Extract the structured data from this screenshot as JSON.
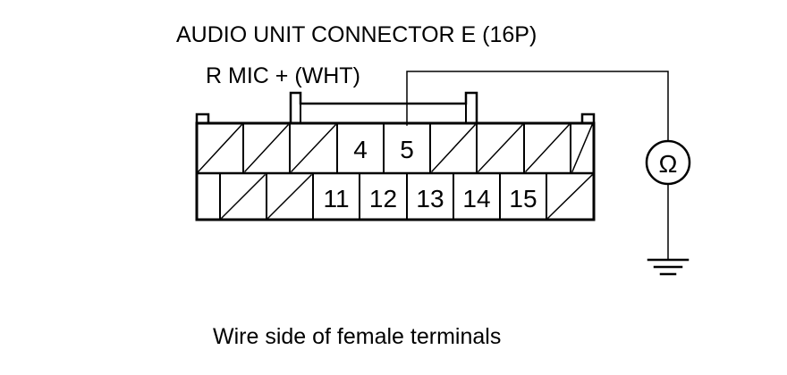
{
  "title": "AUDIO UNIT CONNECTOR E (16P)",
  "wire_label": "R MIC + (WHT)",
  "caption": "Wire side of female terminals",
  "meter_symbol": "Ω",
  "connector": {
    "top_row": [
      {
        "terminal": "",
        "hatched": true
      },
      {
        "terminal": "",
        "hatched": true
      },
      {
        "terminal": "",
        "hatched": true
      },
      {
        "terminal": "4",
        "hatched": false
      },
      {
        "terminal": "5",
        "hatched": false
      },
      {
        "terminal": "",
        "hatched": true
      },
      {
        "terminal": "",
        "hatched": true
      },
      {
        "terminal": "",
        "hatched": true
      },
      {
        "terminal": "",
        "hatched": true
      }
    ],
    "bottom_row": [
      {
        "terminal": "",
        "hatched": false
      },
      {
        "terminal": "",
        "hatched": true
      },
      {
        "terminal": "",
        "hatched": true
      },
      {
        "terminal": "11",
        "hatched": false
      },
      {
        "terminal": "12",
        "hatched": false
      },
      {
        "terminal": "13",
        "hatched": false
      },
      {
        "terminal": "14",
        "hatched": false
      },
      {
        "terminal": "15",
        "hatched": false
      },
      {
        "terminal": "",
        "hatched": true
      }
    ],
    "probe_terminal": "5"
  }
}
